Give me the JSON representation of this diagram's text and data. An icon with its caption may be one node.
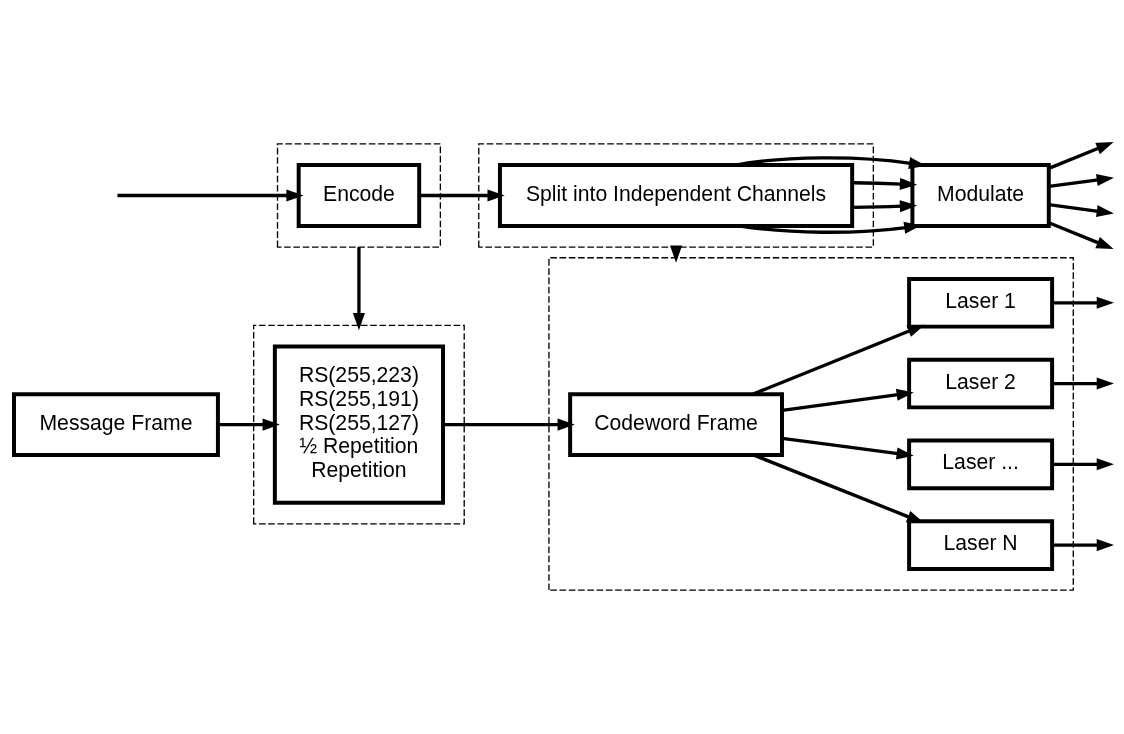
{
  "diagram": {
    "nodes": [
      {
        "text": [],
        "shape": "box"
      },
      {
        "text": [
          "Encode"
        ],
        "in": 0
      },
      {
        "text": [],
        "shape": "box"
      },
      {
        "text": [
          "Split into Independent Channels"
        ],
        "in": 2
      },
      {
        "text": [
          "Modulate"
        ]
      },
      {
        "text": [],
        "shape": "box"
      },
      {
        "text": [
          "Message Frame"
        ]
      },
      {
        "text": [
          "RS(255,223)",
          "RS(255,191)",
          "RS(255,127)",
          "½ Repetition",
          "Repetition"
        ],
        "in": 5
      },
      {
        "text": [],
        "shape": "box"
      },
      {
        "text": [
          "Codeword Frame"
        ],
        "in": 8
      },
      {
        "text": [
          "Laser 1"
        ],
        "in": 8
      },
      {
        "text": [
          "Laser 2"
        ],
        "in": 8
      },
      {
        "text": [
          "Laser ..."
        ],
        "in": 8
      },
      {
        "text": [
          "Laser N"
        ],
        "in": 8
      }
    ],
    "edges": [
      {
        "from": null,
        "to": 1,
        "arrow": "to"
      },
      {
        "from": 1,
        "to": 3,
        "arrow": "to"
      },
      {
        "from": 3,
        "to": 4,
        "arrow": "to"
      },
      {
        "from": 3,
        "to": 4,
        "arrow": "to"
      },
      {
        "from": 3,
        "to": 4,
        "arrow": "to"
      },
      {
        "from": 3,
        "to": 4,
        "arrow": "to"
      },
      {
        "from": 4,
        "to": null,
        "arrow": "to"
      },
      {
        "from": 4,
        "to": null,
        "arrow": "to"
      },
      {
        "from": 4,
        "to": null,
        "arrow": "to"
      },
      {
        "from": 4,
        "to": null,
        "arrow": "to"
      },
      {
        "from": 0,
        "to": 5,
        "arrow": "to"
      },
      {
        "from": 2,
        "to": 8,
        "arrow": "to"
      },
      {
        "from": 6,
        "to": 7,
        "arrow": "to"
      },
      {
        "from": 7,
        "to": 9,
        "arrow": "to"
      },
      {
        "from": 9,
        "to": 10,
        "arrow": "to"
      },
      {
        "from": 9,
        "to": 11,
        "arrow": "to"
      },
      {
        "from": 9,
        "to": 12,
        "arrow": "to"
      },
      {
        "from": 9,
        "to": 13,
        "arrow": "to"
      },
      {
        "from": 10,
        "to": null,
        "arrow": "to"
      },
      {
        "from": 11,
        "to": null,
        "arrow": "to"
      },
      {
        "from": 12,
        "to": null,
        "arrow": "to"
      },
      {
        "from": 13,
        "to": null,
        "arrow": "to"
      }
    ]
  }
}
